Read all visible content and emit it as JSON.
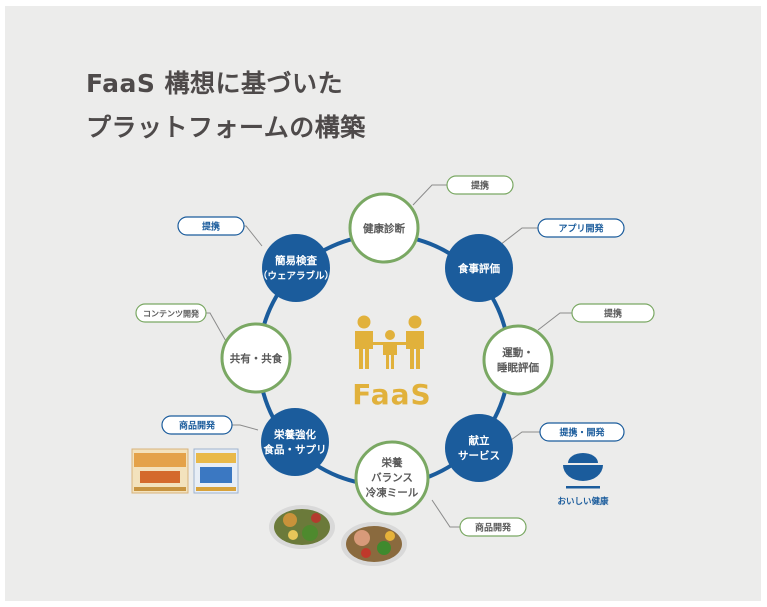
{
  "title": {
    "line1": "FaaS 構想に基づいた",
    "line2": "プラットフォームの構築"
  },
  "colors": {
    "blue": "#1b5c9c",
    "green": "#7aa863",
    "gold": "#e1b13b",
    "line": "#8b8b8b",
    "background": "#ececeb"
  },
  "center": {
    "label": "FaaS",
    "icon": "family-people-icon"
  },
  "nodes": {
    "kenkou": "健康診断",
    "shokuji": "食事評価",
    "undou1": "運動・",
    "undou2": "睡眠評価",
    "kondate1": "献立",
    "kondate2": "サービス",
    "eiyou1": "栄養",
    "eiyou2": "バランス",
    "eiyou3": "冷凍ミール",
    "kyouka1": "栄養強化",
    "kyouka2": "食品・サプリ",
    "kyouyuu": "共有・共食",
    "kanni1": "簡易検査",
    "kanni2": "（ウェアラブル）"
  },
  "tags": {
    "t_kenkou": "提携",
    "t_shokuji": "アプリ開発",
    "t_undou": "提携",
    "t_kondate": "提携・開発",
    "t_eiyou": "商品開発",
    "t_kyouka": "商品開発",
    "t_kyouyuu": "コンテンツ開発",
    "t_kanni": "提携"
  },
  "rice": {
    "label": "おいしい健康",
    "icon": "rice-bowl-icon"
  }
}
